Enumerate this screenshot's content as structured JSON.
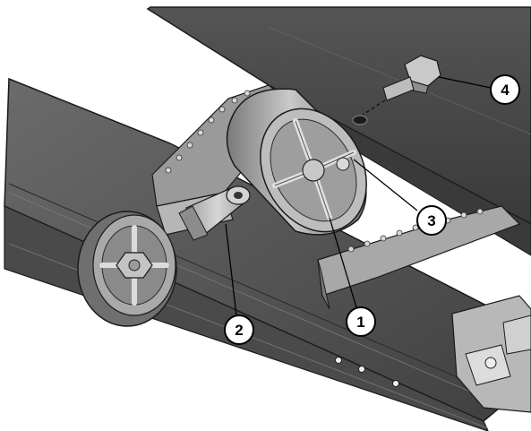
{
  "callouts": [
    {
      "id": "1",
      "label": "1"
    },
    {
      "id": "2",
      "label": "2"
    },
    {
      "id": "3",
      "label": "3"
    },
    {
      "id": "4",
      "label": "4"
    }
  ],
  "colors": {
    "dark_panel": "#5a5a5a",
    "mid_gray": "#8f8f8f",
    "light_gray": "#c8c8c8",
    "outline": "#1a1a1a"
  }
}
